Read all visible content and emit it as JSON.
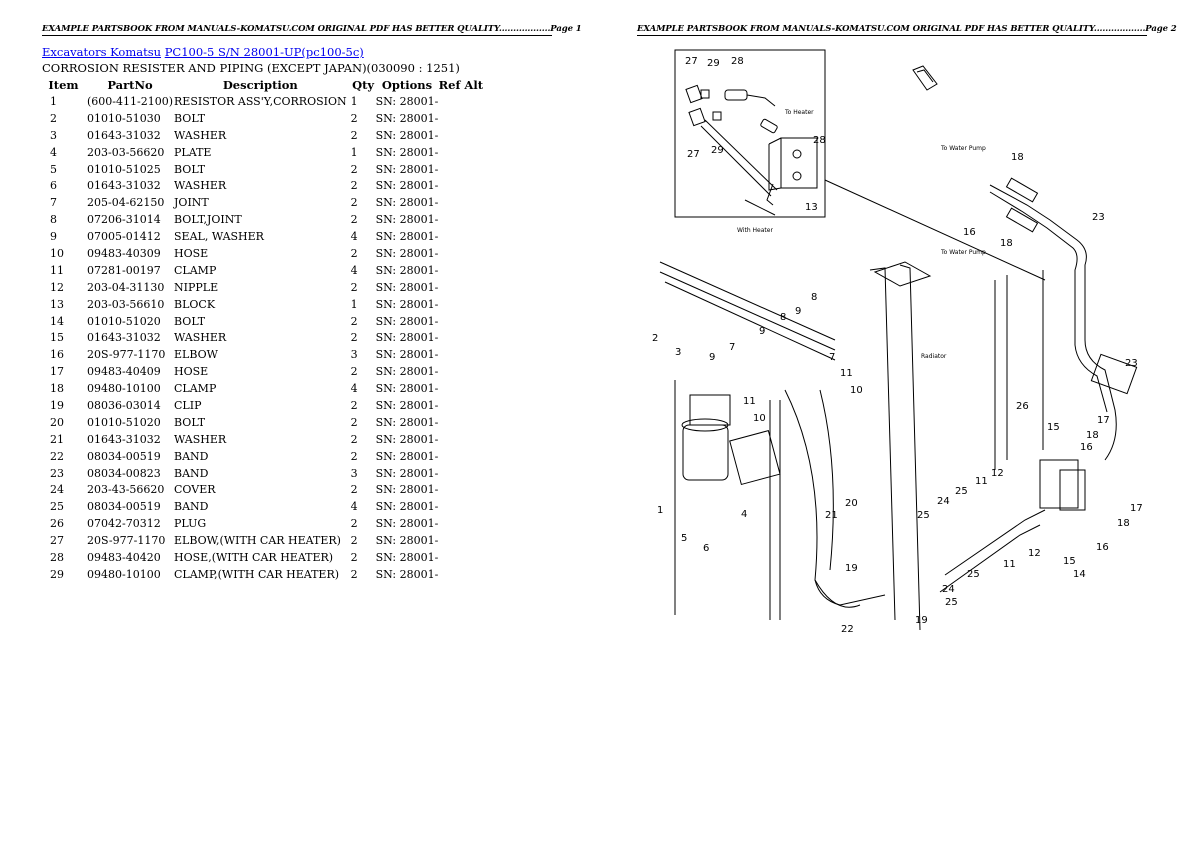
{
  "header": {
    "page1": "EXAMPLE PARTSBOOK FROM MANUALS-KOMATSU.COM ORIGINAL PDF HAS BETTER QUALITY..................Page 1",
    "page2": "EXAMPLE PARTSBOOK FROM MANUALS-KOMATSU.COM ORIGINAL PDF HAS BETTER QUALITY..................Page 2"
  },
  "breadcrumb": {
    "link1": "Excavators Komatsu",
    "link2": "PC100-5 S/N 28001-UP(pc100-5c)"
  },
  "title": "CORROSION RESISTER AND PIPING (EXCEPT JAPAN)(030090 : 1251)",
  "table": {
    "headers": [
      "Item",
      "PartNo",
      "Description",
      "Qty",
      "Options",
      "Ref Alt"
    ],
    "rows": [
      [
        "1",
        "(600-411-2100)",
        "RESISTOR ASS'Y,CORROSION",
        "1",
        "SN: 28001-",
        ""
      ],
      [
        "2",
        "01010-51030",
        "BOLT",
        "2",
        "SN: 28001-",
        ""
      ],
      [
        "3",
        "01643-31032",
        "WASHER",
        "2",
        "SN: 28001-",
        ""
      ],
      [
        "4",
        "203-03-56620",
        "PLATE",
        "1",
        "SN: 28001-",
        ""
      ],
      [
        "5",
        "01010-51025",
        "BOLT",
        "2",
        "SN: 28001-",
        ""
      ],
      [
        "6",
        "01643-31032",
        "WASHER",
        "2",
        "SN: 28001-",
        ""
      ],
      [
        "7",
        "205-04-62150",
        "JOINT",
        "2",
        "SN: 28001-",
        ""
      ],
      [
        "8",
        "07206-31014",
        "BOLT,JOINT",
        "2",
        "SN: 28001-",
        ""
      ],
      [
        "9",
        "07005-01412",
        "SEAL, WASHER",
        "4",
        "SN: 28001-",
        ""
      ],
      [
        "10",
        "09483-40309",
        "HOSE",
        "2",
        "SN: 28001-",
        ""
      ],
      [
        "11",
        "07281-00197",
        "CLAMP",
        "4",
        "SN: 28001-",
        ""
      ],
      [
        "12",
        "203-04-31130",
        "NIPPLE",
        "2",
        "SN: 28001-",
        ""
      ],
      [
        "13",
        "203-03-56610",
        "BLOCK",
        "1",
        "SN: 28001-",
        ""
      ],
      [
        "14",
        "01010-51020",
        "BOLT",
        "2",
        "SN: 28001-",
        ""
      ],
      [
        "15",
        "01643-31032",
        "WASHER",
        "2",
        "SN: 28001-",
        ""
      ],
      [
        "16",
        "20S-977-1170",
        "ELBOW",
        "3",
        "SN: 28001-",
        ""
      ],
      [
        "17",
        "09483-40409",
        "HOSE",
        "2",
        "SN: 28001-",
        ""
      ],
      [
        "18",
        "09480-10100",
        "CLAMP",
        "4",
        "SN: 28001-",
        ""
      ],
      [
        "19",
        "08036-03014",
        "CLIP",
        "2",
        "SN: 28001-",
        ""
      ],
      [
        "20",
        "01010-51020",
        "BOLT",
        "2",
        "SN: 28001-",
        ""
      ],
      [
        "21",
        "01643-31032",
        "WASHER",
        "2",
        "SN: 28001-",
        ""
      ],
      [
        "22",
        "08034-00519",
        "BAND",
        "2",
        "SN: 28001-",
        ""
      ],
      [
        "23",
        "08034-00823",
        "BAND",
        "3",
        "SN: 28001-",
        ""
      ],
      [
        "24",
        "203-43-56620",
        "COVER",
        "2",
        "SN: 28001-",
        ""
      ],
      [
        "25",
        "08034-00519",
        "BAND",
        "4",
        "SN: 28001-",
        ""
      ],
      [
        "26",
        "07042-70312",
        "PLUG",
        "2",
        "SN: 28001-",
        ""
      ],
      [
        "27",
        "20S-977-1170",
        "ELBOW,(WITH CAR HEATER)",
        "2",
        "SN: 28001-",
        ""
      ],
      [
        "28",
        "09483-40420",
        "HOSE,(WITH CAR HEATER)",
        "2",
        "SN: 28001-",
        ""
      ],
      [
        "29",
        "09480-10100",
        "CLAMP,(WITH CAR HEATER)",
        "2",
        "SN: 28001-",
        ""
      ]
    ]
  },
  "diagram": {
    "inset_caption": "With Heater",
    "to_heater": "To Heater",
    "to_water_pump_1": "To Water Pump",
    "to_water_pump_2": "To Water Pump",
    "radiator": "Radiator",
    "callouts": [
      "27",
      "29",
      "28",
      "28",
      "27",
      "29",
      "13",
      "18",
      "16",
      "18",
      "23",
      "23",
      "2",
      "3",
      "9",
      "7",
      "8",
      "9",
      "8",
      "7",
      "11",
      "11",
      "10",
      "10",
      "9",
      "1",
      "4",
      "5",
      "6",
      "21",
      "20",
      "19",
      "22",
      "19",
      "24",
      "25",
      "25",
      "24",
      "25",
      "26",
      "15",
      "12",
      "11",
      "12",
      "11",
      "15",
      "14",
      "18",
      "16",
      "17",
      "16",
      "17",
      "18"
    ]
  }
}
